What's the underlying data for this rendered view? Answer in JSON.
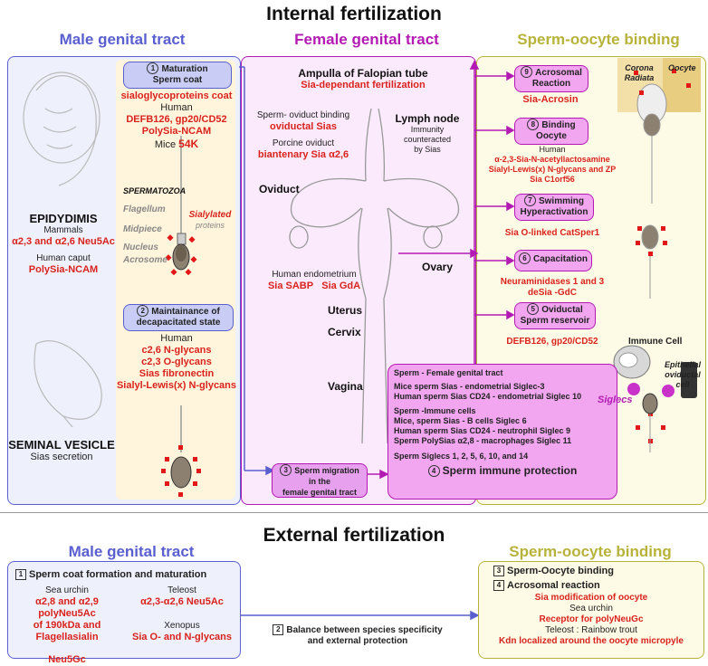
{
  "internal": {
    "title": "Internal fertilization",
    "male_title": "Male genital tract",
    "female_title": "Female genital tract",
    "spo_title": "Sperm-oocyte binding",
    "epid": {
      "title": "EPIDYDIMIS",
      "mammals": "Mammals",
      "mammals_v": "α2,3 and α2,6 Neu5Ac",
      "caput": "Human caput",
      "caput_v": "PolySia-NCAM"
    },
    "sv": {
      "title": "SEMINAL VESICLE",
      "sub": "Sias secretion"
    },
    "step1": {
      "num": "1",
      "line1": "Maturation",
      "line2": "Sperm coat",
      "coat": "sialoglycoproteins coat",
      "human": "Human",
      "human_v": "DEFB126, gp20/CD52",
      "polysia": "PolySia-NCAM",
      "mice": "Mice",
      "mice_v": "54K"
    },
    "sperm": {
      "title": "SPERMATOZOA",
      "flagellum": "Flagellum",
      "midpiece": "Midpiece",
      "nucleus": "Nucleus",
      "acrosome": "Acrosome",
      "sialylated": "Sialylated",
      "proteins": "proteins"
    },
    "step2": {
      "num": "2",
      "line1": "Maintainance of",
      "line2": "decapacitated state",
      "human": "Human",
      "v1": "c2,6 N-glycans",
      "v2": "c2,3 O-glycans",
      "v3": "Sias fibronectin",
      "v4": "Sialyl-Lewis(x) N-glycans"
    },
    "female": {
      "ampulla": "Ampulla of Falopian tube",
      "ampulla_v": "Sia-dependant fertilization",
      "binding": "Sperm- oviduct binding",
      "binding_v": "oviductal Sias",
      "porcine": "Porcine oviduct",
      "porcine_v": "biantenary Sia α2,6",
      "lymph": "Lymph node",
      "immunity1": "Immunity",
      "immunity2": "counteracted",
      "immunity3": "by Sias",
      "oviduct": "Oviduct",
      "ovary": "Ovary",
      "endo": "Human  endometrium",
      "endo_v1": "Sia SABP",
      "endo_v2": "Sia GdA",
      "uterus": "Uterus",
      "cervix": "Cervix",
      "vagina": "Vagina"
    },
    "step3": {
      "num": "3",
      "line1": "Sperm migration",
      "line2": "in the",
      "line3": "female genital tract"
    },
    "step4": {
      "l1": "Sperm - Female genital tract",
      "l2": "Mice sperm Sias - endometrial Siglec-3",
      "l3": "Human sperm Sias CD24 - endometrial Siglec 10",
      "l4": "Sperm -Immune cells",
      "l5": "Mice, sperm  Sias - B cells Siglec 6",
      "l6": "Human  sperm Sias CD24 -  neutrophil Siglec 9",
      "l7": "Sperm PolySias α2,8 -  macrophages Siglec 11",
      "l8": "Sperm Siglecs 1, 2, 5, 6, 10, and 14",
      "num": "4",
      "title": "Sperm immune protection"
    },
    "step5": {
      "num": "5",
      "line1": "Oviductal",
      "line2": "Sperm reservoir",
      "v": "DEFB126, gp20/CD52"
    },
    "step6": {
      "num": "6",
      "line1": "Capacitation",
      "v1": "Neuraminidases 1 and 3",
      "v2": "deSia -GdC"
    },
    "step7": {
      "num": "7",
      "line1": "Swimming",
      "line2": "Hyperactivation",
      "v": "Sia O-linked CatSper1"
    },
    "step8": {
      "num": "8",
      "line1": "Binding",
      "line2": "Oocyte",
      "human": "Human",
      "v1": "α-2,3-Sia-N-acetyllactosamine",
      "v2": "Sialyl-Lewis(x) N-glycans and ZP",
      "v3": "Sia C1orf56"
    },
    "step9": {
      "num": "9",
      "line1": "Acrosomal",
      "line2": "Reaction",
      "v": "Sia-Acrosin"
    },
    "cells": {
      "corona1": "Corona",
      "corona2": "Radiata",
      "oocyte": "Oocyte",
      "immune": "Immune Cell",
      "siglecs": "Siglecs",
      "epi1": "Epithelial",
      "epi2": "oviductal",
      "epi3": "cell"
    }
  },
  "external": {
    "title": "External fertilization",
    "male_title": "Male genital tract",
    "spo_title": "Sperm-oocyte binding",
    "step1": {
      "num": "1",
      "title": "Sperm coat formation and maturation"
    },
    "urchin": {
      "t": "Sea urchin",
      "v1": "α2,8 and α2,9 polyNeu5Ac",
      "v2": "of 190kDa and Flagellasialin",
      "v3": "Neu5Gc"
    },
    "teleost": {
      "t": "Teleost",
      "v": "α2,3-α2,6 Neu5Ac"
    },
    "xenopus": {
      "t": "Xenopus",
      "v": "Sia O- and N-glycans"
    },
    "step2": {
      "num": "2",
      "l1": "Balance between species specificity",
      "l2": "and external protection"
    },
    "step3": {
      "num": "3",
      "title": "Sperm-Oocyte binding"
    },
    "step4": {
      "num": "4",
      "title": "Acrosomal reaction",
      "v1": "Sia modification of oocyte",
      "t2": "Sea urchin",
      "v2": "Receptor for polyNeuGc",
      "t3": "Teleost :  Rainbow trout",
      "v3": "Kdn localized around the oocyte micropyle"
    }
  },
  "colors": {
    "male": "#5a5fcf",
    "female": "#b31ab3",
    "spo": "#b7b33a",
    "red": "#d9231d"
  }
}
